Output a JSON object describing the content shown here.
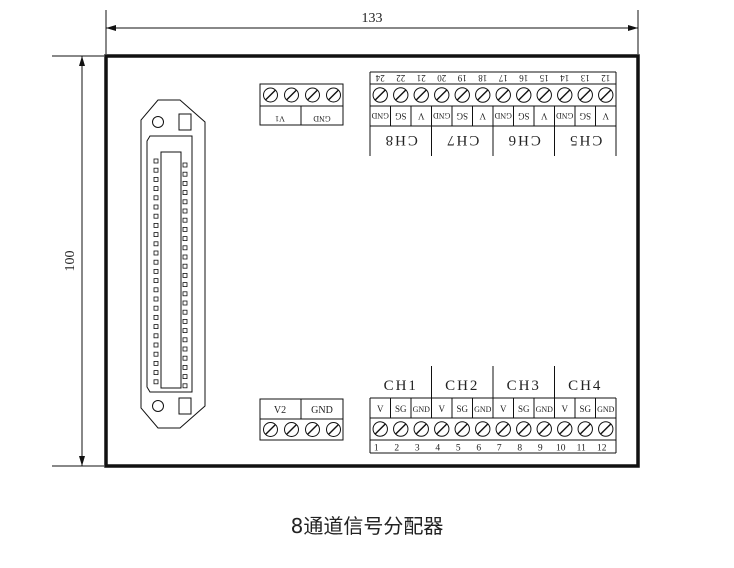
{
  "dimensions": {
    "width": "133",
    "height": "100"
  },
  "caption": "8通道信号分配器",
  "power_top": {
    "labels": [
      "V1",
      "GND"
    ]
  },
  "power_bottom": {
    "labels": [
      "V2",
      "GND"
    ]
  },
  "bottom_channels": [
    "CH1",
    "CH2",
    "CH3",
    "CH4"
  ],
  "top_channels": [
    "CH5",
    "CH6",
    "CH7",
    "CH8"
  ],
  "signal_labels": [
    "V",
    "SG",
    "GND"
  ],
  "bottom_numbers": [
    "1",
    "2",
    "3",
    "4",
    "5",
    "6",
    "7",
    "8",
    "9",
    "10",
    "11",
    "12"
  ],
  "top_numbers": [
    "12",
    "13",
    "14",
    "15",
    "16",
    "17",
    "18",
    "19",
    "20",
    "21",
    "22",
    "24"
  ],
  "colors": {
    "line": "#111111",
    "text": "#222222"
  }
}
